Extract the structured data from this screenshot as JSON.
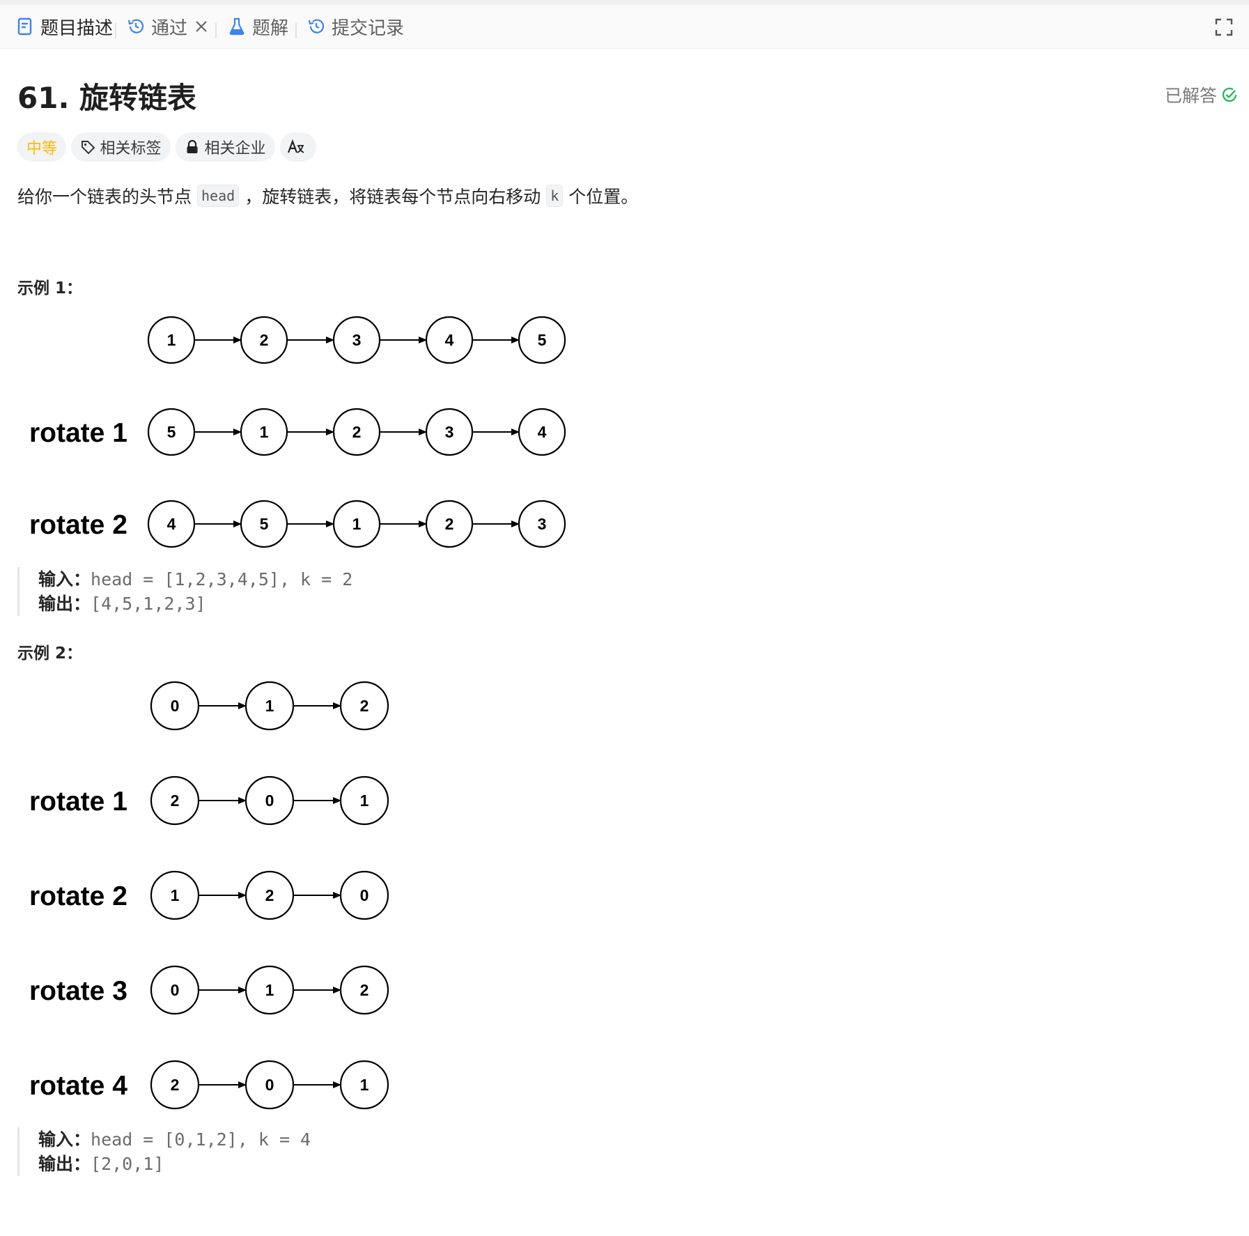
{
  "tabs": {
    "description": "题目描述",
    "passed": "通过",
    "solutions": "题解",
    "submissions": "提交记录"
  },
  "problem": {
    "title": "61. 旋转链表",
    "status": "已解答",
    "difficulty": "中等",
    "topics_label": "相关标签",
    "companies_label": "相关企业",
    "translate_label": "A文",
    "desc_before": "给你一个链表的头节点",
    "desc_code1": "head",
    "desc_middle": "，旋转链表，将链表每个节点向右移动",
    "desc_code2": "k",
    "desc_after": "个位置。"
  },
  "examples": [
    {
      "label": "示例 1：",
      "input_label": "输入：",
      "input_value": "head = [1,2,3,4,5], k = 2",
      "output_label": "输出：",
      "output_value": "[4,5,1,2,3]",
      "rows": [
        {
          "label": "",
          "nodes": [
            "1",
            "2",
            "3",
            "4",
            "5"
          ]
        },
        {
          "label": "rotate 1",
          "nodes": [
            "5",
            "1",
            "2",
            "3",
            "4"
          ]
        },
        {
          "label": "rotate 2",
          "nodes": [
            "4",
            "5",
            "1",
            "2",
            "3"
          ]
        }
      ]
    },
    {
      "label": "示例 2：",
      "input_label": "输入：",
      "input_value": "head = [0,1,2], k = 4",
      "output_label": "输出：",
      "output_value": "[2,0,1]",
      "rows": [
        {
          "label": "",
          "nodes": [
            "0",
            "1",
            "2"
          ]
        },
        {
          "label": "rotate 1",
          "nodes": [
            "2",
            "0",
            "1"
          ]
        },
        {
          "label": "rotate 2",
          "nodes": [
            "1",
            "2",
            "0"
          ]
        },
        {
          "label": "rotate 3",
          "nodes": [
            "0",
            "1",
            "2"
          ]
        },
        {
          "label": "rotate 4",
          "nodes": [
            "2",
            "0",
            "1"
          ]
        }
      ]
    }
  ],
  "colors": {
    "accent_blue": "#3b82f6",
    "difficulty": "#ffb800",
    "solved_green": "#2db55d"
  },
  "icons": [
    "document-icon",
    "history-icon",
    "close-icon",
    "flask-icon",
    "history-icon",
    "expand-icon",
    "check-circle-icon",
    "tag-icon",
    "lock-icon",
    "translate-icon"
  ]
}
